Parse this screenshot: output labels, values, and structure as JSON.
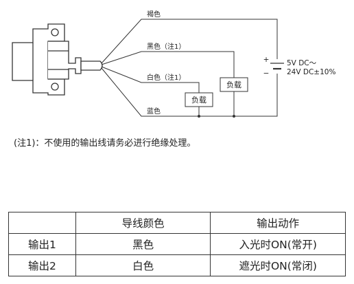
{
  "wires": {
    "brown": "褐色",
    "black": "黑色（注1）",
    "white": "白色（注1）",
    "blue": "蓝色"
  },
  "loads": {
    "load_black": "负载",
    "load_white": "负载"
  },
  "power_supply": {
    "plus": "+",
    "minus": "−",
    "line1": "5V DC～",
    "line2": "24V DC±10%"
  },
  "note": "(注1)：不使用的输出线请务必进行绝缘处理。",
  "table": {
    "headers": [
      "",
      "导线颜色",
      "输出动作"
    ],
    "rows": [
      [
        "输出1",
        "黑色",
        "入光时ON(常开)"
      ],
      [
        "输出2",
        "白色",
        "遮光时ON(常闭)"
      ]
    ]
  },
  "colors": {
    "line": "#333333",
    "sensor_fill": "#ffffff",
    "text": "#222222"
  }
}
